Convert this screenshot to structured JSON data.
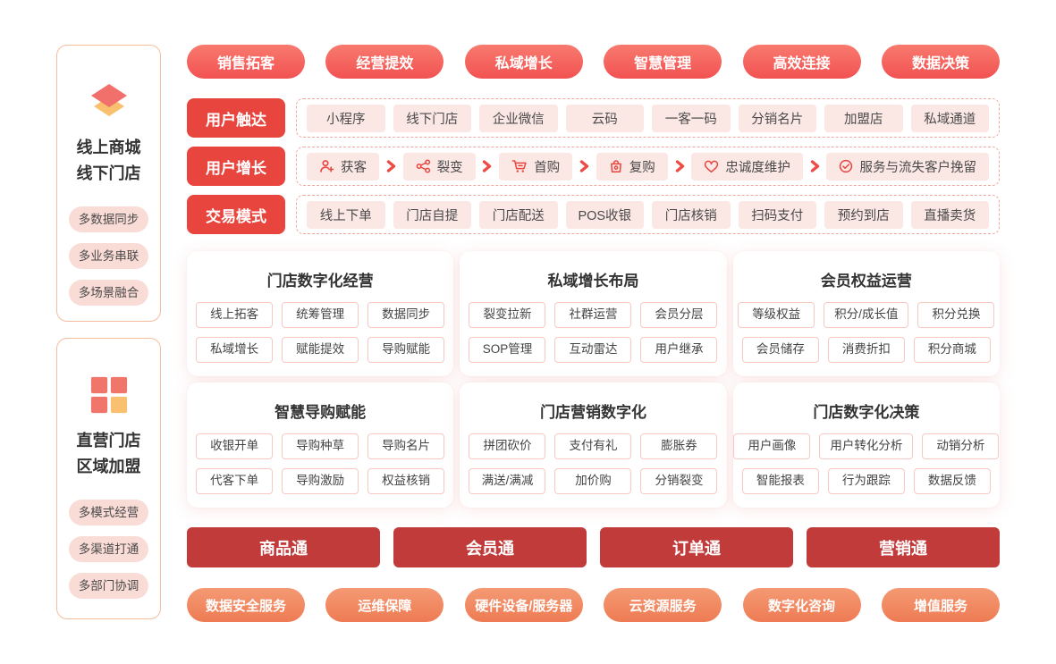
{
  "colors": {
    "primary_red": "#F25252",
    "label_red": "#E8453F",
    "dark_red": "#C23B3B",
    "orange": "#EF8560",
    "chip_pink": "#FBE7E4",
    "tag_pink": "#FADCD7",
    "dashed_border": "#F0A89E",
    "card_item_border": "#F7C9C2",
    "sidebar_border": "#F5BD9E",
    "icon_red": "#F2706B",
    "icon_orange": "#F9C06F"
  },
  "sidebar": {
    "panels": [
      {
        "icon": "layers-icon",
        "title1": "线上商城",
        "title2": "线下门店",
        "tags": [
          "多数据同步",
          "多业务串联",
          "多场景融合"
        ]
      },
      {
        "icon": "grid-icon",
        "title1": "直营门店",
        "title2": "区域加盟",
        "tags": [
          "多模式经营",
          "多渠道打通",
          "多部门协调"
        ]
      }
    ]
  },
  "top_pills": [
    "销售拓客",
    "经营提效",
    "私域增长",
    "智慧管理",
    "高效连接",
    "数据决策"
  ],
  "touch_row": {
    "label": "用户触达",
    "items": [
      "小程序",
      "线下门店",
      "企业微信",
      "云码",
      "一客一码",
      "分销名片",
      "加盟店",
      "私域通道"
    ]
  },
  "growth_row": {
    "label": "用户增长",
    "steps": [
      {
        "icon": "user-add-icon",
        "text": "获客"
      },
      {
        "icon": "share-icon",
        "text": "裂变"
      },
      {
        "icon": "cart-icon",
        "text": "首购"
      },
      {
        "icon": "bag-icon",
        "text": "复购"
      },
      {
        "icon": "heart-icon",
        "text": "忠诚度维护"
      },
      {
        "icon": "check-circle-icon",
        "text": "服务与流失客户挽留"
      }
    ]
  },
  "trade_row": {
    "label": "交易模式",
    "items": [
      "线上下单",
      "门店自提",
      "门店配送",
      "POS收银",
      "门店核销",
      "扫码支付",
      "预约到店",
      "直播卖货"
    ]
  },
  "cards": [
    {
      "title": "门店数字化经营",
      "items": [
        "线上拓客",
        "统筹管理",
        "数据同步",
        "私域增长",
        "赋能提效",
        "导购赋能"
      ]
    },
    {
      "title": "私域增长布局",
      "items": [
        "裂变拉新",
        "社群运营",
        "会员分层",
        "SOP管理",
        "互动雷达",
        "用户继承"
      ]
    },
    {
      "title": "会员权益运营",
      "items": [
        "等级权益",
        "积分/成长值",
        "积分兑换",
        "会员储存",
        "消费折扣",
        "积分商城"
      ]
    },
    {
      "title": "智慧导购赋能",
      "items": [
        "收银开单",
        "导购种草",
        "导购名片",
        "代客下单",
        "导购激励",
        "权益核销"
      ]
    },
    {
      "title": "门店营销数字化",
      "items": [
        "拼团砍价",
        "支付有礼",
        "膨胀券",
        "满送/满减",
        "加价购",
        "分销裂变"
      ]
    },
    {
      "title": "门店数字化决策",
      "items": [
        "用户画像",
        "用户转化分析",
        "动销分析",
        "智能报表",
        "行为跟踪",
        "数据反馈"
      ]
    }
  ],
  "platform_buttons": [
    "商品通",
    "会员通",
    "订单通",
    "营销通"
  ],
  "service_pills": [
    "数据安全服务",
    "运维保障",
    "硬件设备/服务器",
    "云资源服务",
    "数字化咨询",
    "增值服务"
  ]
}
